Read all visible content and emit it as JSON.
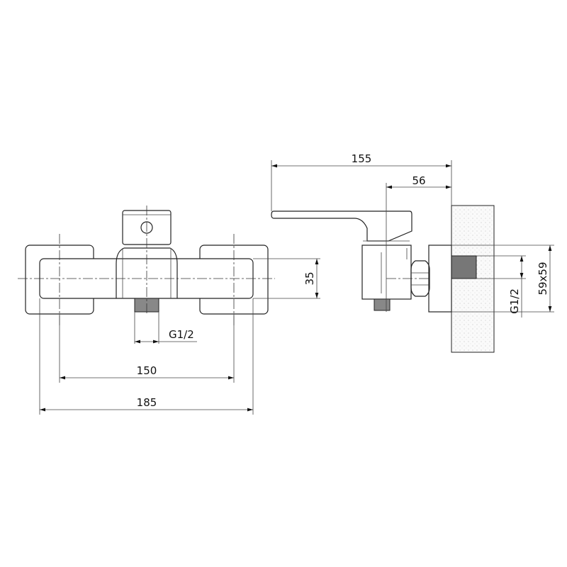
{
  "front_view": {
    "dim_height": "35",
    "dim_thread": "G1/2",
    "dim_centers": "150",
    "dim_overall": "185"
  },
  "side_view": {
    "dim_depth": "155",
    "dim_handle_offset": "56",
    "dim_plate": "59x59",
    "dim_thread": "G1/2"
  },
  "colors": {
    "line": "#222222",
    "wall": "#e8e8e8"
  }
}
